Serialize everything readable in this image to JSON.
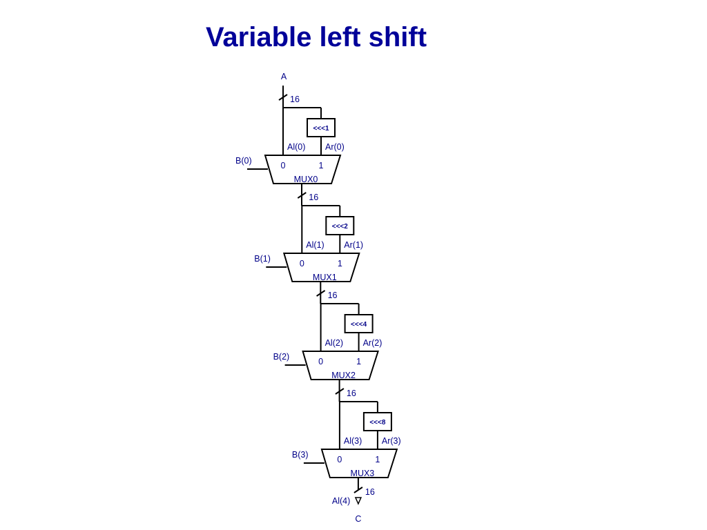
{
  "title": "Variable left shift",
  "diagram": {
    "input_label": "A",
    "output_label": "C",
    "output_signal": "Al(4)",
    "bus_width": "16",
    "stages": [
      {
        "select": "B(0)",
        "left": "Al(0)",
        "right": "Ar(0)",
        "shifter": "<<<1",
        "mux": "MUX0",
        "in0": "0",
        "in1": "1"
      },
      {
        "select": "B(1)",
        "left": "Al(1)",
        "right": "Ar(1)",
        "shifter": "<<<2",
        "mux": "MUX1",
        "in0": "0",
        "in1": "1"
      },
      {
        "select": "B(2)",
        "left": "Al(2)",
        "right": "Ar(2)",
        "shifter": "<<<4",
        "mux": "MUX2",
        "in0": "0",
        "in1": "1"
      },
      {
        "select": "B(3)",
        "left": "Al(3)",
        "right": "Ar(3)",
        "shifter": "<<<8",
        "mux": "MUX3",
        "in0": "0",
        "in1": "1"
      }
    ]
  }
}
